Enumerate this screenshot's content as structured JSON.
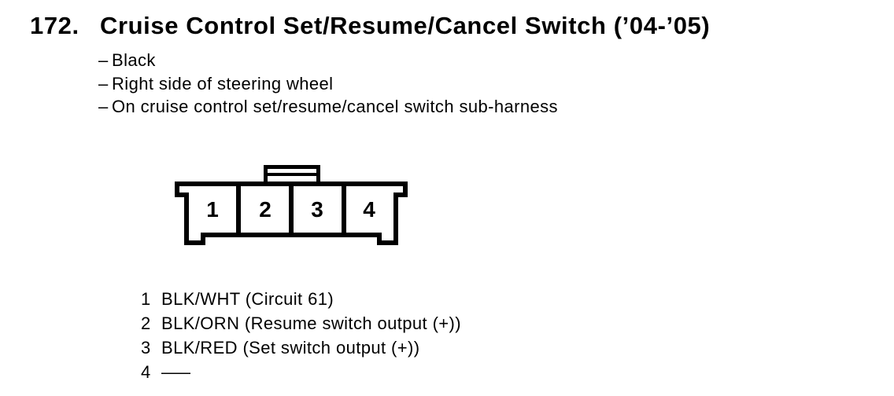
{
  "colors": {
    "background": "#ffffff",
    "ink": "#000000"
  },
  "heading": {
    "number": "172.",
    "title": "Cruise Control Set/Resume/Cancel Switch (’04-’05)"
  },
  "notes": {
    "prefix": "–",
    "items": [
      "Black",
      "Right side of steering wheel",
      "On cruise control set/resume/cancel switch sub-harness"
    ]
  },
  "connector": {
    "cavities": [
      "1",
      "2",
      "3",
      "4"
    ]
  },
  "pins": [
    {
      "number": "1",
      "label": "BLK/WHT (Circuit 61)"
    },
    {
      "number": "2",
      "label": "BLK/ORN (Resume switch output (+))"
    },
    {
      "number": "3",
      "label": "BLK/RED (Set switch output (+))"
    },
    {
      "number": "4",
      "label": "——"
    }
  ]
}
